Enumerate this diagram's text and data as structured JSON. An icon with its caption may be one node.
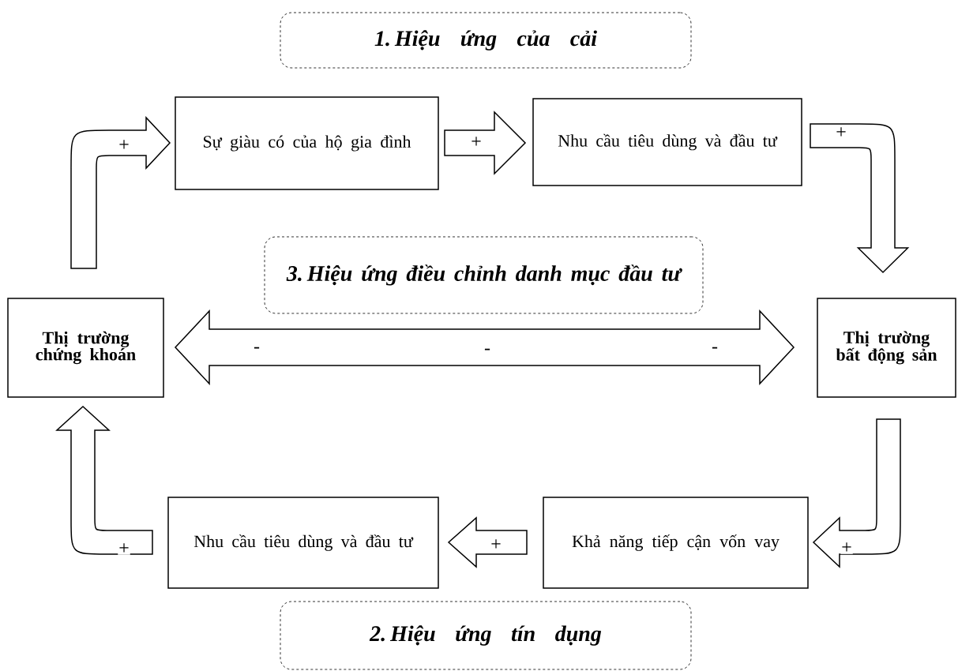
{
  "diagram": {
    "nodes": [
      {
        "text": [
          "1. Hiệu ứng của cải"
        ]
      },
      {
        "text": [
          "Sự giàu có của hộ gia đình"
        ]
      },
      {
        "text": [
          "Nhu cầu tiêu dùng và đầu tư"
        ]
      },
      {
        "text": [
          "3. Hiệu ứng điều chỉnh danh mục đầu tư"
        ]
      },
      {
        "text": [
          "Thị trường chứng khoán"
        ]
      },
      {
        "text": [
          "Thị trường bất động sản"
        ]
      },
      {
        "text": [
          "Nhu cầu tiêu dùng và đầu tư"
        ]
      },
      {
        "text": [
          "Khả năng tiếp cận vốn vay"
        ]
      },
      {
        "text": [
          "2. Hiệu ứng tín dụng"
        ]
      }
    ],
    "edges": [
      {
        "from": 4,
        "to": 1,
        "arrow": "to",
        "label": "+"
      },
      {
        "from": 1,
        "to": 2,
        "arrow": "to",
        "label": "+"
      },
      {
        "from": 2,
        "to": 5,
        "arrow": "to",
        "label": "+"
      },
      {
        "from": 4,
        "to": 5,
        "arrow": "both",
        "label": "-"
      },
      {
        "from": 5,
        "to": 7,
        "arrow": "to",
        "label": "+"
      },
      {
        "from": 7,
        "to": 6,
        "arrow": "to",
        "label": "+"
      },
      {
        "from": 6,
        "to": 4,
        "arrow": "to",
        "label": "+"
      }
    ],
    "labels": [
      "-",
      "-"
    ]
  }
}
